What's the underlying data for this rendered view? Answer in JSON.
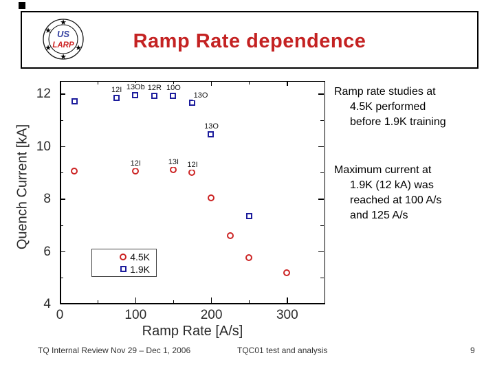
{
  "slide": {
    "title": "Ramp Rate dependence",
    "logo": {
      "line1": "US",
      "line2": "LARP"
    },
    "footer": {
      "left": "TQ Internal Review Nov 29 – Dec 1, 2006",
      "center": "TQC01 test and analysis",
      "page": "9"
    }
  },
  "right_panel": {
    "para1": [
      "Ramp rate studies at",
      "4.5K performed",
      "before 1.9K training"
    ],
    "para2": [
      "Maximum current at",
      "1.9K (12 kA) was",
      "reached at 100 A/s",
      "and 125 A/s"
    ]
  },
  "colors": {
    "title_red": "#c42222",
    "series_4_5K": "#cc2424",
    "series_1_9K": "#1c1c9c",
    "logo_us_blue": "#333fa0",
    "logo_larp_red": "#cc2222"
  },
  "chart_data": {
    "type": "scatter",
    "title": "",
    "xlabel": "Ramp Rate [A/s]",
    "ylabel": "Quench Current [kA]",
    "xlim": [
      0,
      350
    ],
    "ylim": [
      4,
      12.5
    ],
    "grid": false,
    "legend_position": "inside lower-left",
    "xticks": [
      0,
      100,
      200,
      300
    ],
    "xticks_minor": [
      50,
      150,
      250
    ],
    "yticks": [
      4,
      6,
      8,
      10,
      12
    ],
    "yticks_minor": [
      5,
      7,
      9,
      11
    ],
    "series": [
      {
        "name": "4.5K",
        "marker": "circle",
        "color": "#cc2424",
        "points": [
          {
            "x": 20,
            "y": 9.05
          },
          {
            "x": 100,
            "y": 9.05,
            "label": "12I"
          },
          {
            "x": 150,
            "y": 9.1,
            "label": "13I"
          },
          {
            "x": 175,
            "y": 9.0,
            "label": "12I"
          },
          {
            "x": 200,
            "y": 8.05
          },
          {
            "x": 225,
            "y": 6.6
          },
          {
            "x": 250,
            "y": 5.75
          },
          {
            "x": 300,
            "y": 5.2
          }
        ]
      },
      {
        "name": "1.9K",
        "marker": "square",
        "color": "#1c1c9c",
        "points": [
          {
            "x": 20,
            "y": 11.7
          },
          {
            "x": 75,
            "y": 11.85,
            "label": "12I"
          },
          {
            "x": 100,
            "y": 11.95,
            "label": "13Ob"
          },
          {
            "x": 125,
            "y": 11.92,
            "label": "12R"
          },
          {
            "x": 150,
            "y": 11.92,
            "label": "10O"
          },
          {
            "x": 175,
            "y": 11.65,
            "label": "13O",
            "label_dx": 12
          },
          {
            "x": 200,
            "y": 10.45,
            "label": "13O"
          },
          {
            "x": 250,
            "y": 7.35
          }
        ]
      }
    ]
  }
}
